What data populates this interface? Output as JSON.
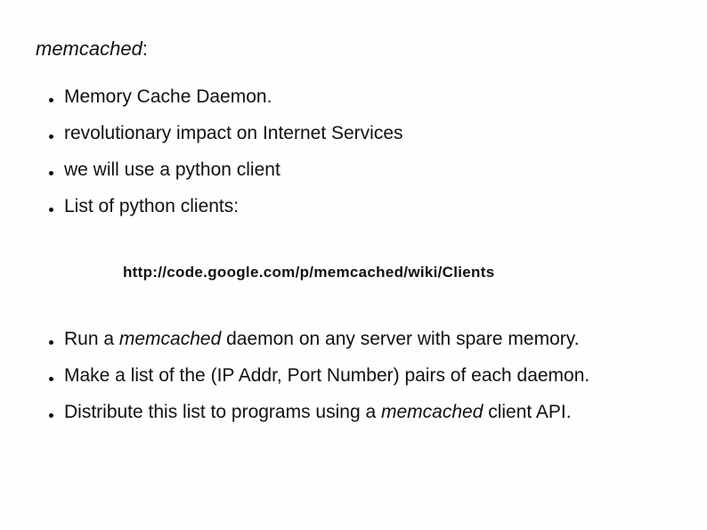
{
  "slide": {
    "background_color": "#fefefe",
    "text_color": "#111111",
    "title_segments": [
      {
        "text": "memcached",
        "italic": true
      },
      {
        "text": ":",
        "italic": false
      }
    ],
    "bullets_top": [
      {
        "segments": [
          {
            "text": "Memory Cache Daemon.",
            "italic": false
          }
        ]
      },
      {
        "segments": [
          {
            "text": "revolutionary impact on Internet Services",
            "italic": false
          }
        ]
      },
      {
        "segments": [
          {
            "text": "we will use a python client",
            "italic": false
          }
        ]
      },
      {
        "segments": [
          {
            "text": "List of python clients:",
            "italic": false
          }
        ]
      }
    ],
    "link_line": "http://code.google.com/p/memcached/wiki/Clients",
    "bullets_bottom": [
      {
        "segments": [
          {
            "text": "Run a ",
            "italic": false
          },
          {
            "text": "memcached",
            "italic": true
          },
          {
            "text": " daemon on any server with spare memory.",
            "italic": false
          }
        ]
      },
      {
        "segments": [
          {
            "text": "Make a list of the (IP Addr, Port Number) pairs of each daemon.",
            "italic": false
          }
        ]
      },
      {
        "segments": [
          {
            "text": "Distribute this list to programs using a ",
            "italic": false
          },
          {
            "text": "memcached",
            "italic": true
          },
          {
            "text": " client API.",
            "italic": false
          }
        ]
      }
    ]
  }
}
